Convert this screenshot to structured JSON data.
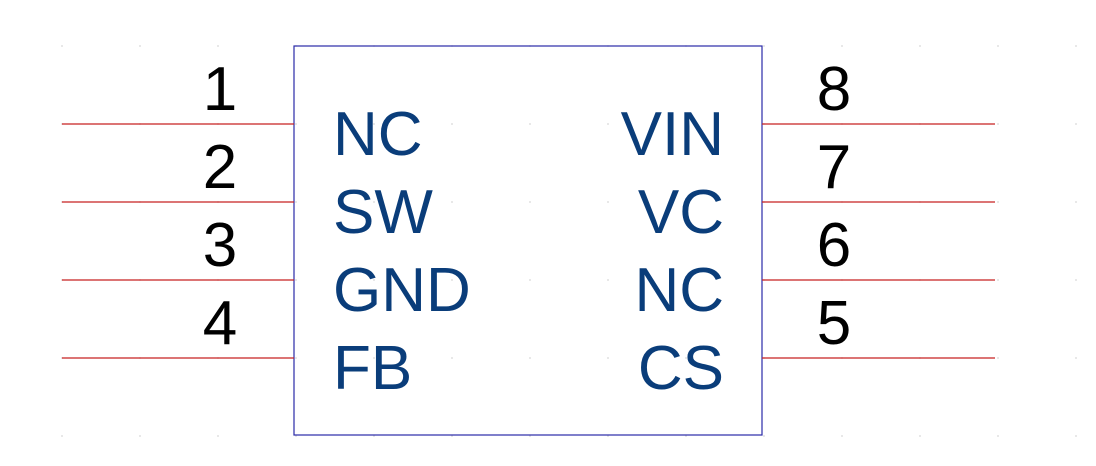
{
  "colors": {
    "body_outline": "#2a2aa8",
    "pin_line": "#c82020",
    "pin_name": "#0a3d7a",
    "pin_number": "#000000",
    "grid_dot": "#d8d8d8"
  },
  "component": {
    "left_pins": [
      {
        "number": "1",
        "name": "NC"
      },
      {
        "number": "2",
        "name": "SW"
      },
      {
        "number": "3",
        "name": "GND"
      },
      {
        "number": "4",
        "name": "FB"
      }
    ],
    "right_pins": [
      {
        "number": "8",
        "name": "VIN"
      },
      {
        "number": "7",
        "name": "VC"
      },
      {
        "number": "6",
        "name": "NC"
      },
      {
        "number": "5",
        "name": "CS"
      }
    ]
  }
}
